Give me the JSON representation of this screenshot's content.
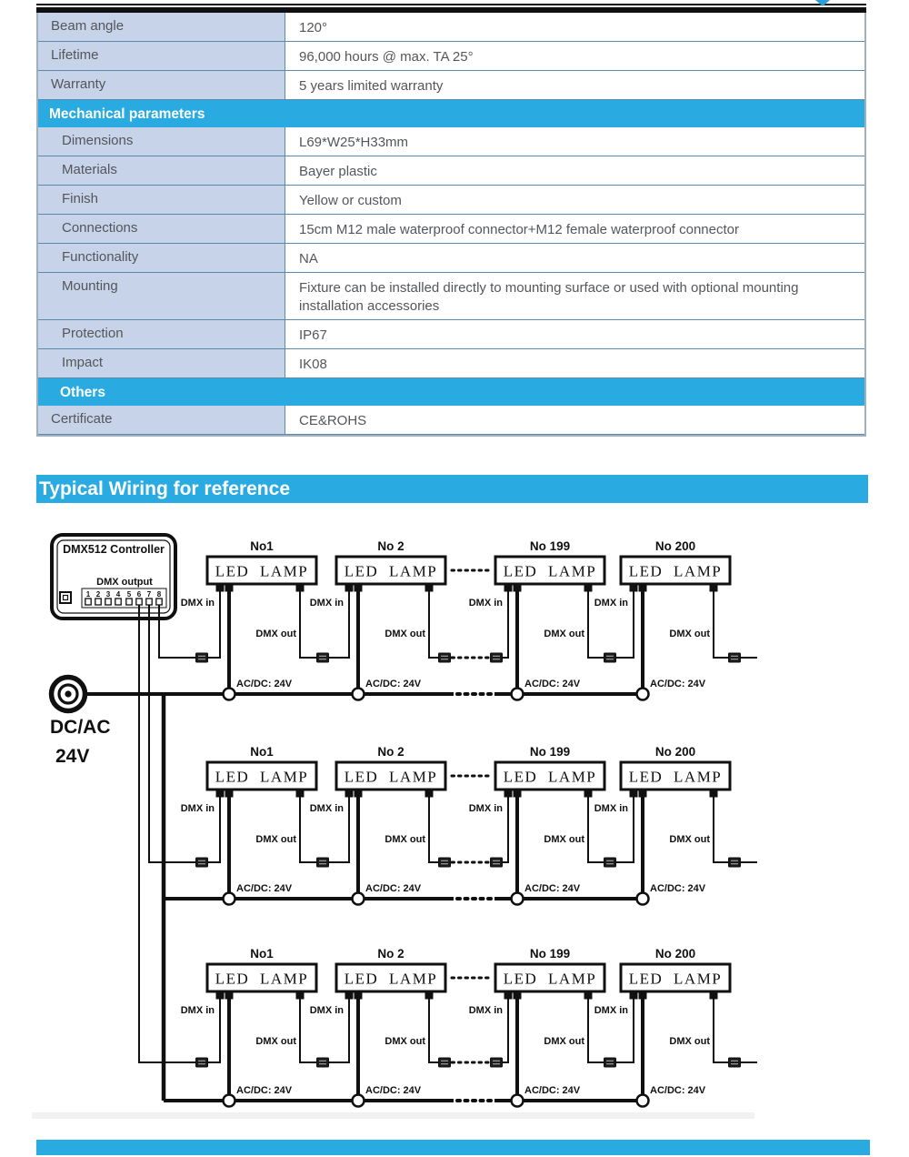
{
  "spec_table": {
    "rows": [
      {
        "type": "row",
        "label": "Beam angle",
        "value": "120°"
      },
      {
        "type": "row",
        "label": "Lifetime",
        "value": "96,000 hours @ max. TA 25°"
      },
      {
        "type": "row",
        "label": "Warranty",
        "value": "5 years limited warranty"
      },
      {
        "type": "section",
        "label": "Mechanical parameters"
      },
      {
        "type": "row",
        "label": "Dimensions",
        "value": "L69*W25*H33mm"
      },
      {
        "type": "row",
        "label": "Materials",
        "value": "Bayer plastic"
      },
      {
        "type": "row",
        "label": "Finish",
        "value": "Yellow or custom"
      },
      {
        "type": "row",
        "label": "Connections",
        "value": "15cm M12 male waterproof connector+M12 female waterproof connector"
      },
      {
        "type": "row",
        "label": "Functionality",
        "value": "NA"
      },
      {
        "type": "row",
        "label": "Mounting",
        "value": "Fixture can be installed directly to mounting surface or used with optional mounting installation accessories"
      },
      {
        "type": "row",
        "label": "Protection",
        "value": "IP67"
      },
      {
        "type": "row",
        "label": "Impact",
        "value": "IK08"
      },
      {
        "type": "section",
        "label": "Others"
      },
      {
        "type": "row",
        "label": "Certificate",
        "value": "CE&ROHS"
      }
    ]
  },
  "banner": {
    "title": "Typical Wiring for reference"
  },
  "wiring": {
    "controller": {
      "title": "DMX512 Controller",
      "output_label": "DMX output",
      "pins": [
        "1",
        "2",
        "3",
        "4",
        "5",
        "6",
        "7",
        "8"
      ]
    },
    "power_source": {
      "line1": "DC/AC",
      "line2": "24V"
    },
    "lamp_label": "LED LAMP",
    "lamp_numbers": [
      "No1",
      "No 2",
      "No 199",
      "No 200"
    ],
    "dmx_in_label": "DMX in",
    "dmx_out_label": "DMX out",
    "power_tap_label": "AC/DC: 24V"
  },
  "colors": {
    "accent": "#29abe2",
    "table_label_bg": "#c6d3e8",
    "table_line": "#5d89ad",
    "text": "#54565a"
  }
}
